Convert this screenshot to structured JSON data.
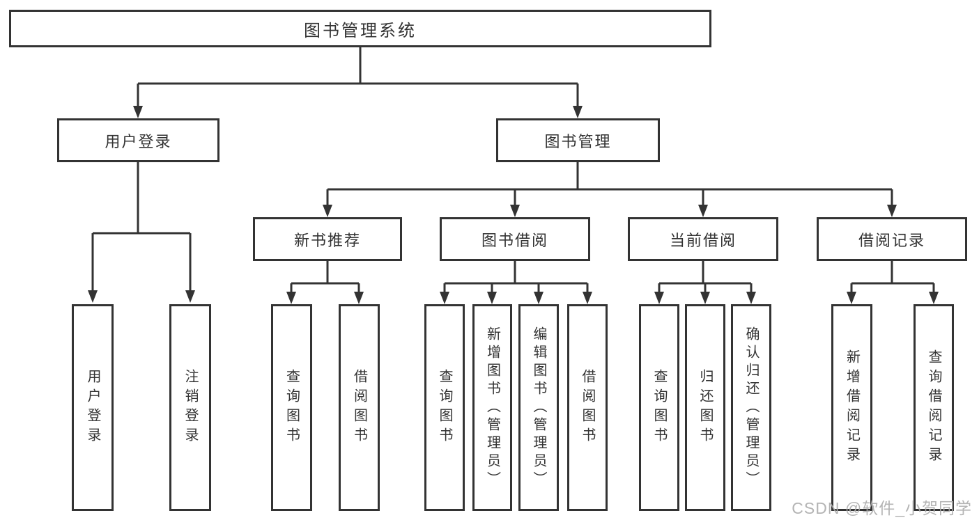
{
  "diagram": {
    "root": {
      "label": "图书管理系统"
    },
    "level2": [
      {
        "label": "用户登录"
      },
      {
        "label": "图书管理"
      }
    ],
    "level3": [
      {
        "label": "新书推荐"
      },
      {
        "label": "图书借阅"
      },
      {
        "label": "当前借阅"
      },
      {
        "label": "借阅记录"
      }
    ],
    "leaves": {
      "user_login": [
        "用户登录",
        "注销登录"
      ],
      "new_book": [
        "查询图书",
        "借阅图书"
      ],
      "book_borrow": [
        "查询图书",
        "新增图书（管理员）",
        "编辑图书（管理员）",
        "借阅图书"
      ],
      "current_borrow": [
        "查询图书",
        "归还图书",
        "确认归还（管理员）"
      ],
      "borrow_record": [
        "新增借阅记录",
        "查询借阅记录"
      ]
    }
  },
  "watermark": {
    "text": "CSDN @软件_小贺同学"
  },
  "colors": {
    "line": "#333333",
    "text": "#333333",
    "watermark": "#acacac",
    "background": "#ffffff"
  }
}
